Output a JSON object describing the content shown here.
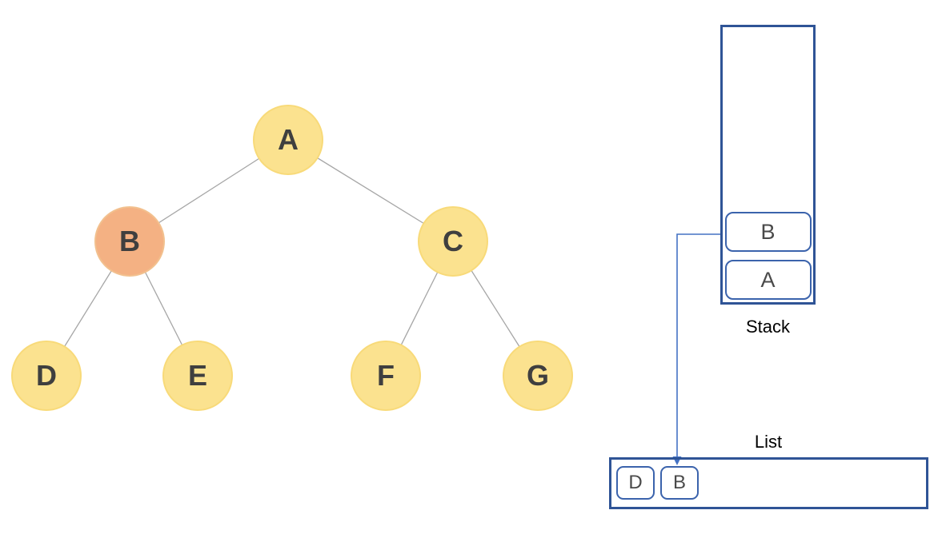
{
  "tree": {
    "nodes": [
      {
        "id": "A",
        "label": "A",
        "state": "default"
      },
      {
        "id": "B",
        "label": "B",
        "state": "highlighted"
      },
      {
        "id": "C",
        "label": "C",
        "state": "default"
      },
      {
        "id": "D",
        "label": "D",
        "state": "default"
      },
      {
        "id": "E",
        "label": "E",
        "state": "default"
      },
      {
        "id": "F",
        "label": "F",
        "state": "default"
      },
      {
        "id": "G",
        "label": "G",
        "state": "default"
      }
    ],
    "edges": [
      [
        "A",
        "B"
      ],
      [
        "A",
        "C"
      ],
      [
        "B",
        "D"
      ],
      [
        "B",
        "E"
      ],
      [
        "C",
        "F"
      ],
      [
        "C",
        "G"
      ]
    ]
  },
  "stack": {
    "label": "Stack",
    "items": [
      {
        "label": "B"
      },
      {
        "label": "A"
      }
    ]
  },
  "list": {
    "label": "List",
    "items": [
      {
        "label": "D"
      },
      {
        "label": "B"
      }
    ]
  },
  "arrow": {
    "from": "stack item B",
    "to": "list item B"
  },
  "colors": {
    "node_fill": "#FBE28F",
    "node_border": "#F8DA79",
    "highlight_fill": "#F4B183",
    "highlight_border": "#F2C08E",
    "node_text": "#3F3F3F",
    "edge_color": "#A6A6A6",
    "container_border": "#2F5496",
    "item_border": "#3B63AC",
    "item_text": "#4A4A4A",
    "arrow_color": "#4472C4",
    "label_text": "#000000"
  }
}
